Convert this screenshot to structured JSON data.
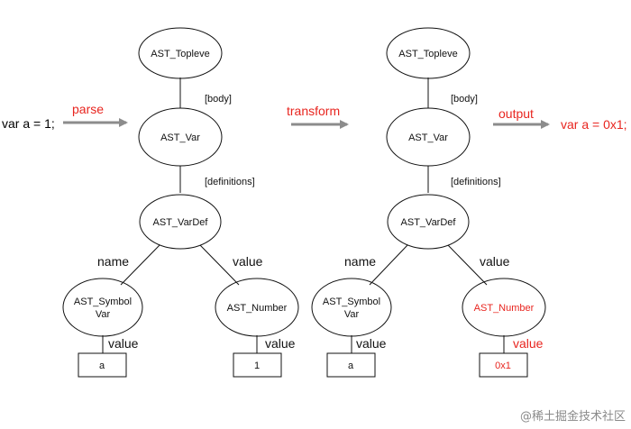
{
  "input_code": "var a = 1;",
  "output_code": "var a = 0x1;",
  "steps": {
    "parse": "parse",
    "transform": "transform",
    "output": "output"
  },
  "labels": {
    "body": "[body]",
    "definitions": "[definitions]",
    "name": "name",
    "value": "value"
  },
  "left_tree": {
    "toplevel": "AST_Topleve",
    "var": "AST_Var",
    "vardef": "AST_VarDef",
    "symbol_line1": "AST_Symbol",
    "symbol_line2": "Var",
    "number": "AST_Number",
    "symbol_value": "a",
    "number_value": "1"
  },
  "right_tree": {
    "toplevel": "AST_Topleve",
    "var": "AST_Var",
    "vardef": "AST_VarDef",
    "symbol_line1": "AST_Symbol",
    "symbol_line2": "Var",
    "number": "AST_Number",
    "symbol_value": "a",
    "number_value": "0x1"
  },
  "colors": {
    "highlight": "#e8251f",
    "arrow": "#8c8c8c",
    "text": "#111111"
  },
  "watermark": "@稀土掘金技术社区"
}
